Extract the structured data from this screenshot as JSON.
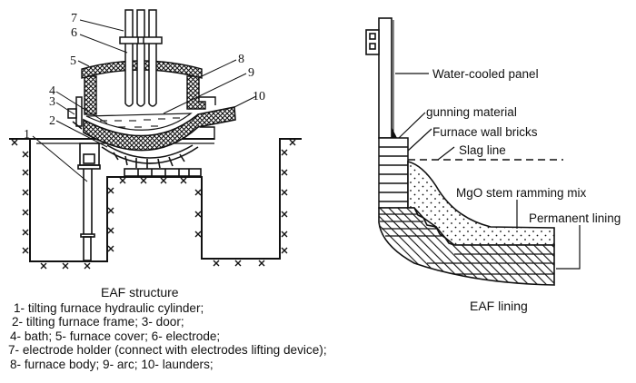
{
  "left_figure": {
    "caption": "EAF structure",
    "callouts": [
      "1",
      "2",
      "3",
      "4",
      "5",
      "6",
      "7",
      "8",
      "9",
      "10"
    ],
    "legend": [
      "1- tilting furnace hydraulic cylinder;",
      "2- tilting furnace frame;  3- door;",
      "4- bath;  5- furnace cover;  6- electrode;",
      "7- electrode holder (connect with electrodes lifting device);",
      "8- furnace body;  9- arc;  10- launders;"
    ]
  },
  "right_figure": {
    "caption": "EAF lining",
    "labels": {
      "water_cooled_panel": "Water-cooled panel",
      "gunning_material": "gunning material",
      "furnace_wall_bricks": "Furnace wall bricks",
      "slag_line": "Slag line",
      "mgo_ramming_mix": "MgO stem ramming mix",
      "permanent_lining": "Permanent lining"
    }
  },
  "colors": {
    "ink": "#111111",
    "background": "#ffffff"
  }
}
